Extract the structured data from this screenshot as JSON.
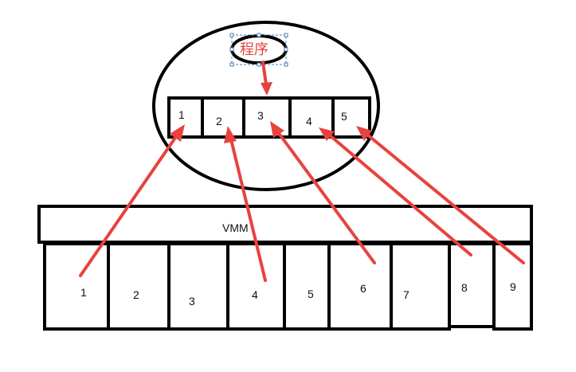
{
  "program_label": "程序",
  "vmm_label": "VMM",
  "program_slots": [
    "1",
    "2",
    "3",
    "4",
    "5"
  ],
  "vmm_slots": [
    "1",
    "2",
    "3",
    "4",
    "5",
    "6",
    "7",
    "8",
    "9"
  ],
  "colors": {
    "arrow": "#e8423f",
    "stroke": "#000000",
    "selection": "#4a7fb0"
  },
  "mappings": [
    {
      "from_vmm": "1",
      "to_program": "1"
    },
    {
      "from_vmm": "4",
      "to_program": "2"
    },
    {
      "from_vmm": "6",
      "to_program": "3"
    },
    {
      "from_vmm": "8",
      "to_program": "4"
    },
    {
      "from_vmm": "9",
      "to_program": "5"
    }
  ]
}
